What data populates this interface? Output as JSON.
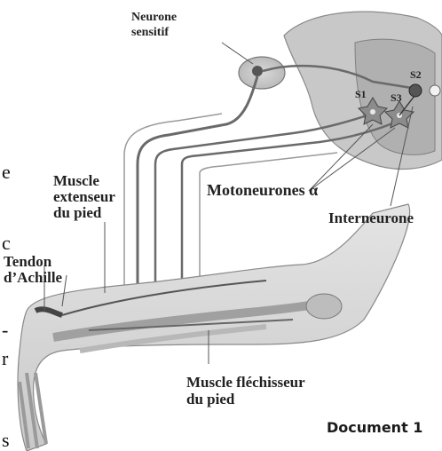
{
  "labels": {
    "neurone_sensitif_1": "Neurone",
    "neurone_sensitif_2": "sensitif",
    "muscle_extenseur_1": "Muscle",
    "muscle_extenseur_2": "extenseur",
    "muscle_extenseur_3": "du pied",
    "tendon_1": "Tendon",
    "tendon_2": "d’Achille",
    "motoneurones": "Motoneurones α",
    "interneurone": "Interneurone",
    "muscle_flechisseur_1": "Muscle fléchisseur",
    "muscle_flechisseur_2": "du pied",
    "s1": "S1",
    "s2": "S2",
    "s3": "S3",
    "document": "Document 1"
  },
  "edge_text": {
    "e": "e",
    "c": "c",
    "dash": "-",
    "r": "r",
    "s": "s"
  }
}
